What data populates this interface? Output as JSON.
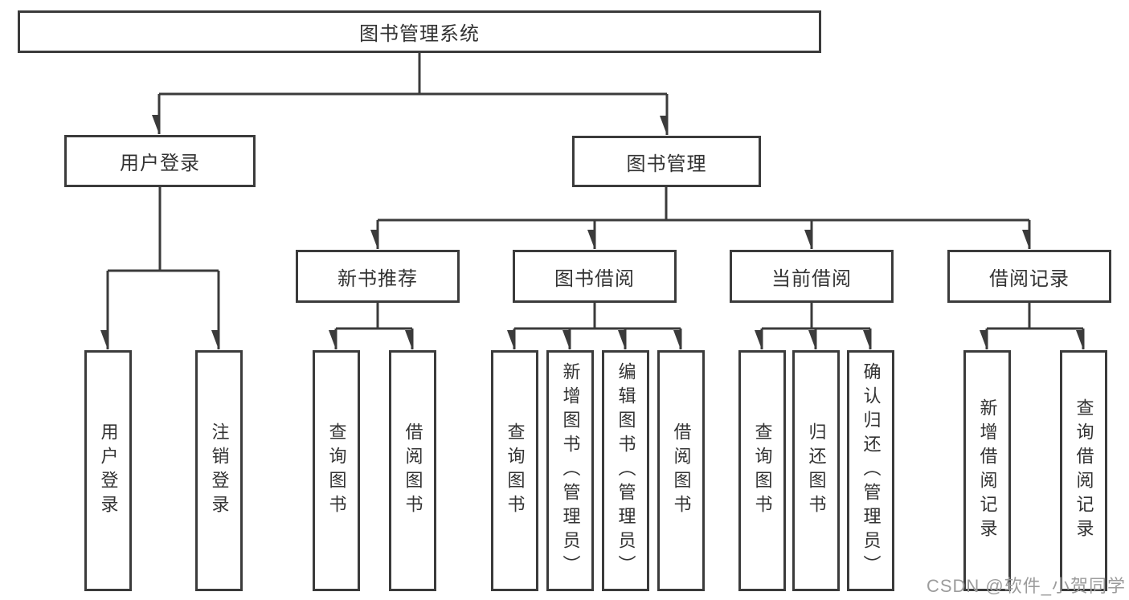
{
  "diagram": {
    "nodes": {
      "root": "图书管理系统",
      "user_login": "用户登录",
      "book_mgmt": "图书管理",
      "login": "用户登录",
      "logout": "注销登录",
      "new_book_rec": "新书推荐",
      "book_borrow": "图书借阅",
      "current_borrow": "当前借阅",
      "borrow_record": "借阅记录",
      "nbr_query": "查询图书",
      "nbr_borrow": "借阅图书",
      "bb_query": "查询图书",
      "bb_add": "新增图书（管理员）",
      "bb_edit": "编辑图书（管理员）",
      "bb_borrow": "借阅图书",
      "cb_query": "查询图书",
      "cb_return": "归还图书",
      "cb_confirm": "确认归还（管理员）",
      "br_add": "新增借阅记录",
      "br_query": "查询借阅记录"
    },
    "structure": {
      "root": [
        "user_login",
        "book_mgmt"
      ],
      "user_login": [
        "login",
        "logout"
      ],
      "book_mgmt": [
        "new_book_rec",
        "book_borrow",
        "current_borrow",
        "borrow_record"
      ],
      "new_book_rec": [
        "nbr_query",
        "nbr_borrow"
      ],
      "book_borrow": [
        "bb_query",
        "bb_add",
        "bb_edit",
        "bb_borrow"
      ],
      "current_borrow": [
        "cb_query",
        "cb_return",
        "cb_confirm"
      ],
      "borrow_record": [
        "br_add",
        "br_query"
      ]
    }
  },
  "watermark": "CSDN @软件_小贺同学",
  "colors": {
    "line": "#3b3b3b",
    "box_border": "#3b3b3b",
    "text": "#333333",
    "watermark": "#9c9c9c",
    "background": "#ffffff"
  }
}
